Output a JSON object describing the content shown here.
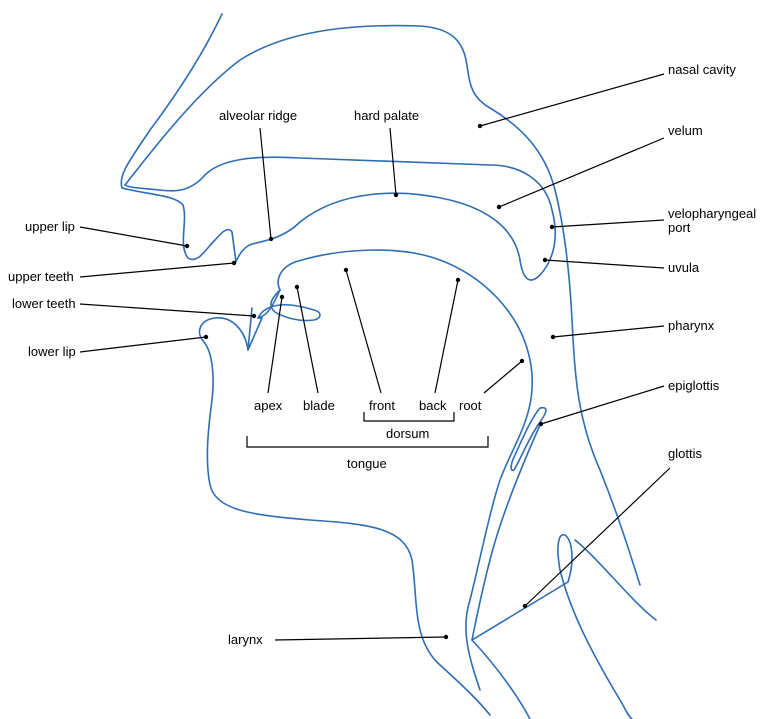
{
  "colors": {
    "outline": "#2f6db5",
    "leader": "#000000",
    "background": "#ffffff"
  },
  "labels": {
    "nasal_cavity": "nasal cavity",
    "alveolar_ridge": "alveolar ridge",
    "hard_palate": "hard palate",
    "velum": "velum",
    "velopharyngeal_1": "velopharyngeal",
    "velopharyngeal_2": "port",
    "uvula": "uvula",
    "upper_lip": "upper lip",
    "upper_teeth": "upper teeth",
    "lower_teeth": "lower teeth",
    "lower_lip": "lower lip",
    "pharynx": "pharynx",
    "epiglottis": "epiglottis",
    "glottis": "glottis",
    "larynx": "larynx",
    "apex": "apex",
    "blade": "blade",
    "front": "front",
    "back": "back",
    "root": "root",
    "dorsum": "dorsum",
    "tongue": "tongue"
  }
}
